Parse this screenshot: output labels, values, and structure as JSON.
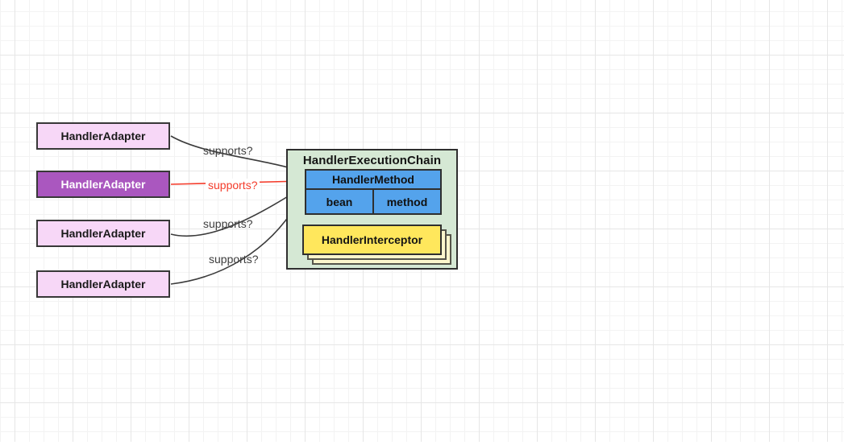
{
  "diagram": {
    "adapters": [
      {
        "label": "HandlerAdapter",
        "variant": "light"
      },
      {
        "label": "HandlerAdapter",
        "variant": "selected"
      },
      {
        "label": "HandlerAdapter",
        "variant": "light"
      },
      {
        "label": "HandlerAdapter",
        "variant": "light"
      }
    ],
    "edges": [
      {
        "label": "supports?",
        "highlight": false
      },
      {
        "label": "supports?",
        "highlight": true
      },
      {
        "label": "supports?",
        "highlight": false
      },
      {
        "label": "supports?",
        "highlight": false
      }
    ],
    "chain": {
      "title": "HandlerExecutionChain",
      "handler_method": {
        "title": "HandlerMethod",
        "bean": "bean",
        "method": "method"
      },
      "interceptor": {
        "label": "HandlerInterceptor"
      }
    },
    "colors": {
      "adapter_fill": "#f7d7f7",
      "adapter_selected_fill": "#aa57bf",
      "chain_fill": "#d5e8d4",
      "method_fill": "#54a3ec",
      "interceptor_fill": "#ffe75c",
      "interceptor_back_fill": "#fcf6cc",
      "edge_color": "#3b3b3b",
      "edge_highlight_color": "#f43b2a"
    }
  }
}
